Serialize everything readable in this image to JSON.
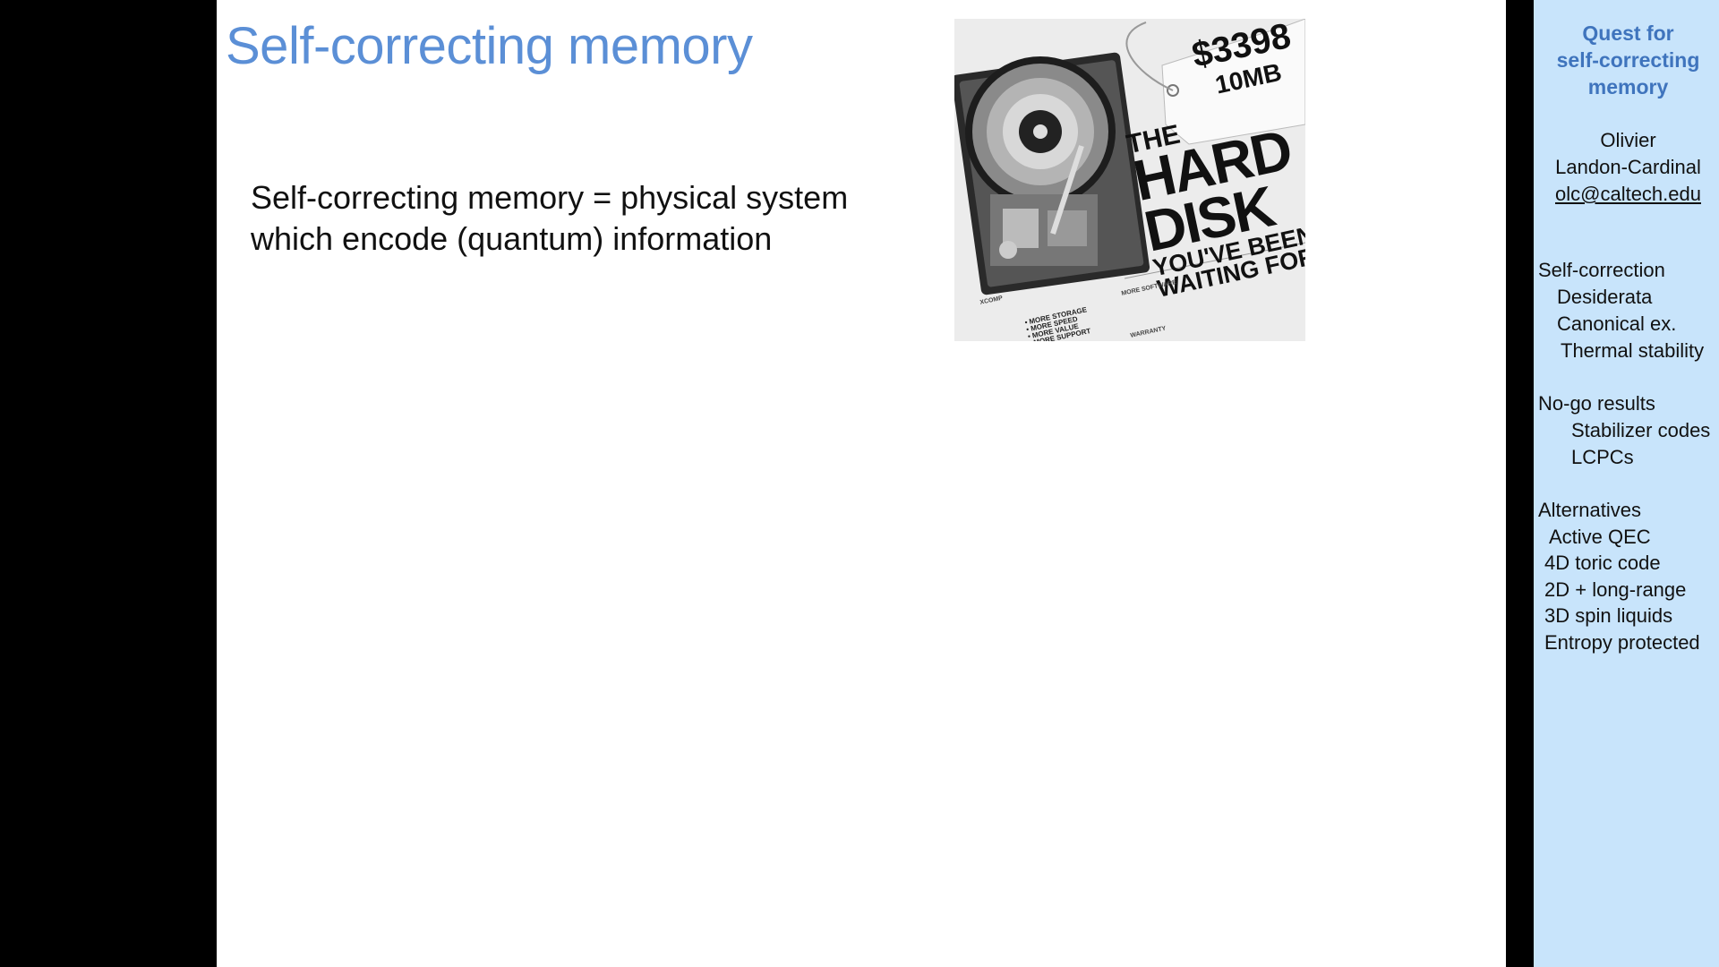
{
  "slide": {
    "title": "Self-correcting memory",
    "body_lines": [
      "Self-correcting memory = physical system",
      "which encode (quantum) information"
    ]
  },
  "ad": {
    "price": "$3398",
    "capacity": "10MB",
    "headline_1": "THE",
    "headline_2": "HARD",
    "headline_3": "DISK",
    "headline_4": "YOU'VE BEEN",
    "headline_5": "WAITING FOR",
    "bullets": [
      "• MORE STORAGE",
      "• MORE SPEED",
      "• MORE VALUE",
      "• MORE SUPPORT"
    ],
    "col_right_heading": "MORE SOFTWARE",
    "warranty_heading": "WARRANTY",
    "brand": "XCOMP"
  },
  "sidebar": {
    "title_lines": [
      "Quest for",
      "self-correcting",
      "memory"
    ],
    "author_first": "Olivier",
    "author_last": "Landon-Cardinal",
    "email": "olc@caltech.edu",
    "outline": [
      "Self-correction",
      "Desiderata",
      "Canonical ex.",
      "Thermal stability",
      "No-go results",
      "Stabilizer codes",
      "LCPCs",
      "Alternatives",
      "Active QEC",
      "4D toric code",
      "2D + long-range",
      "3D spin liquids",
      "Entropy protected"
    ]
  }
}
